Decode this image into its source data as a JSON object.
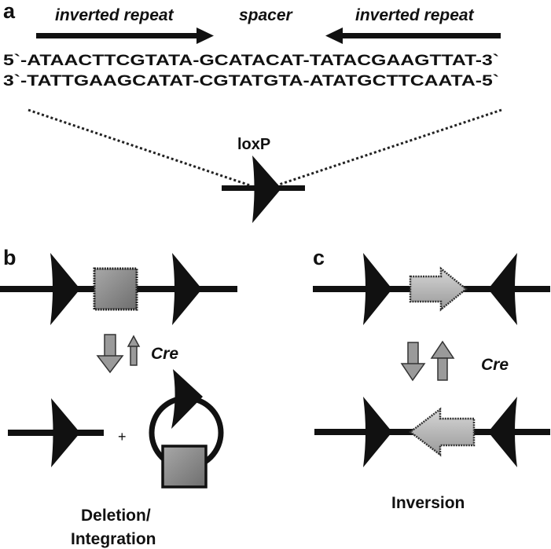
{
  "panels": {
    "a": "a",
    "b": "b",
    "c": "c"
  },
  "panel_a": {
    "left_label": "inverted repeat",
    "spacer_label": "spacer",
    "right_label": "inverted repeat",
    "seq_top": "5`-ATAACTTCGTATA-GCATACAT-TATACGAAGTTAT-3`",
    "seq_bottom": "3`-TATTGAAGCATAT-CGTATGTA-ATATGCTTCAATA-5`",
    "site_label": "loxP"
  },
  "panel_b": {
    "enzyme": "Cre",
    "plus": "+",
    "caption_line1": "Deletion/",
    "caption_line2": "Integration"
  },
  "panel_c": {
    "enzyme": "Cre",
    "caption": "Inversion"
  },
  "colors": {
    "line": "#111111",
    "box_fill": "#8a8a8a",
    "arrow_fill": "#b5b5b5"
  }
}
